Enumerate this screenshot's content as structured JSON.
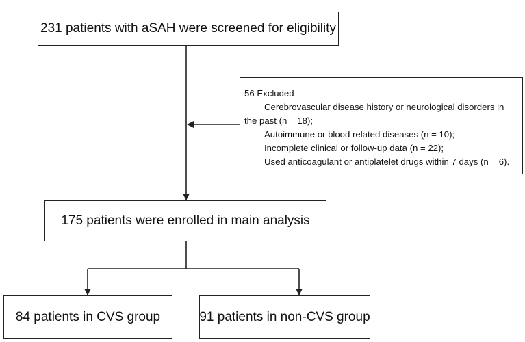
{
  "boxes": {
    "screened": "231 patients with aSAH were screened for eligibility",
    "excluded": {
      "heading": "56 Excluded",
      "item1_line1": "Cerebrovascular disease history or neurological disorders in",
      "item1_line2": "the past (n = 18);",
      "item2": "Autoimmune or blood related diseases (n = 10);",
      "item3": "Incomplete clinical or follow-up  data (n = 22);",
      "item4": "Used anticoagulant or antiplatelet drugs within 7 days (n = 6)."
    },
    "enrolled": "175 patients were enrolled in main analysis",
    "cvs": "84 patients in CVS group",
    "noncvs": "91 patients in non-CVS group"
  },
  "colors": {
    "line": "#222222",
    "border": "#222222",
    "text": "#111111"
  }
}
